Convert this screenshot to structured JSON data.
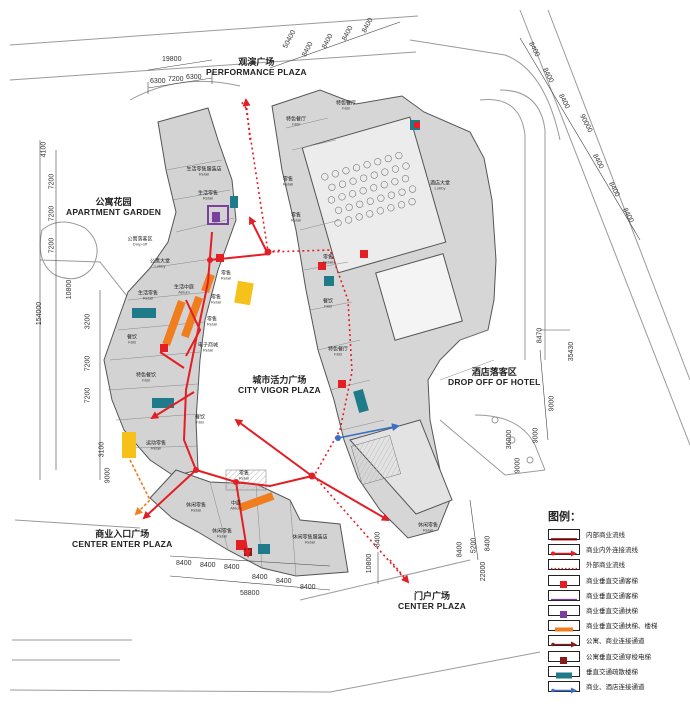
{
  "plazas": {
    "performance": {
      "cn": "观演广场",
      "en": "PERFORMANCE PLAZA"
    },
    "apartment_garden": {
      "cn": "公寓花园",
      "en": "APARTMENT GARDEN"
    },
    "city_vigor": {
      "cn": "城市活力广场",
      "en": "CITY VIGOR PLAZA"
    },
    "hotel_dropoff": {
      "cn": "酒店落客区",
      "en": "DROP OFF OF HOTEL"
    },
    "center_enter": {
      "cn": "商业入口广场",
      "en": "CENTER ENTER PLAZA"
    },
    "center_gate": {
      "cn": "门户广场",
      "en": "CENTER  PLAZA"
    }
  },
  "rooms": {
    "r1": {
      "cn": "生活零售服装店",
      "en": "Retail"
    },
    "r2": {
      "cn": "生活零售",
      "en": "Retail"
    },
    "r3": {
      "cn": "公寓大堂",
      "en": "Lobby"
    },
    "r4": {
      "cn": "生活零售",
      "en": "Retail"
    },
    "r5": {
      "cn": "生活中庭",
      "en": "Atrium"
    },
    "r6": {
      "cn": "零售",
      "en": "Retail"
    },
    "r7": {
      "cn": "零售",
      "en": "Retail"
    },
    "r8": {
      "cn": "零售",
      "en": "Retail"
    },
    "r9": {
      "cn": "电子商城",
      "en": "Retail"
    },
    "r10": {
      "cn": "餐饮",
      "en": "F&B"
    },
    "r11": {
      "cn": "特色餐饮",
      "en": "F&B"
    },
    "r12": {
      "cn": "运动零售",
      "en": "Retail"
    },
    "r13": {
      "cn": "餐饮",
      "en": "F&B"
    },
    "r14": {
      "cn": "休闲零售",
      "en": "Retail"
    },
    "r15": {
      "cn": "中庭",
      "en": "Atrium"
    },
    "r16": {
      "cn": "休闲零售",
      "en": "Retail"
    },
    "r17": {
      "cn": "休闲零售服装店",
      "en": "Retail"
    },
    "r18": {
      "cn": "零售",
      "en": "Retail"
    },
    "r19": {
      "cn": "特色餐厅",
      "en": "F&B"
    },
    "r20": {
      "cn": "特色餐厅",
      "en": "F&B"
    },
    "r21": {
      "cn": "零售",
      "en": "Retail"
    },
    "r22": {
      "cn": "零售",
      "en": "Retail"
    },
    "r23": {
      "cn": "餐饮",
      "en": "F&B"
    },
    "r24": {
      "cn": "休闲零售",
      "en": "Retail"
    },
    "r25": {
      "cn": "公寓落客区",
      "en": "Drop-off"
    },
    "r26": {
      "cn": "零售",
      "en": "Retail"
    },
    "r27": {
      "cn": "特色餐厅",
      "en": "F&B"
    },
    "r28": {
      "cn": "酒店大堂",
      "en": "Lobby"
    }
  },
  "dimensions": {
    "top_total": "19800",
    "top_a": "6300",
    "top_b": "7200",
    "top_c": "6300",
    "diag_total": "50400",
    "diag_8400": "8400",
    "right_total": "90000",
    "right_bay": "8400",
    "left_total": "154000",
    "left_4100": "4100",
    "left_7200": "7200",
    "left_10800": "10800",
    "left_3200": "3200",
    "left_3100": "3100",
    "left_9000": "9000",
    "bottom_total": "58800",
    "bottom_bay": "8400",
    "d1080": "10800",
    "hotel_8470": "8470",
    "hotel_3543": "35430",
    "hotel_9000": "9000",
    "hotel_3600": "36000",
    "hotel_2200": "22000",
    "hotel_5200": "5200"
  },
  "legend": {
    "title": "图例：",
    "items": [
      {
        "label": "内部商业流线",
        "kind": "inner-line",
        "color": "#e31e24"
      },
      {
        "label": "商业内外连接流线",
        "kind": "arrow-line",
        "color": "#e31e24"
      },
      {
        "label": "外部商业流线",
        "kind": "dotted-line",
        "color": "#e31e24"
      },
      {
        "label": "商业垂直交通客梯",
        "kind": "red-square",
        "color": "#e31e24"
      },
      {
        "label": "商业垂直交通客梯",
        "kind": "purple-line",
        "color": "#7b3fa0"
      },
      {
        "label": "商业垂直交通扶梯",
        "kind": "purple-square",
        "color": "#7b3fa0"
      },
      {
        "label": "商业垂直交通扶梯、楼梯",
        "kind": "orange-bar",
        "color": "#f07d1e"
      },
      {
        "label": "公寓、商业连接通道",
        "kind": "dark-arrow",
        "color": "#8b1a1a"
      },
      {
        "label": "公寓垂直交通穿梭电梯",
        "kind": "dark-square",
        "color": "#8b1a1a"
      },
      {
        "label": "垂直交通疏散楼梯",
        "kind": "teal-bar",
        "color": "#1f7b8a"
      },
      {
        "label": "商业、酒店连接通道",
        "kind": "blue-arrow",
        "color": "#3a6fc2"
      }
    ]
  },
  "colors": {
    "path_red": "#e31e24",
    "path_blue": "#3a6fc2",
    "stair_teal": "#1f7b8a",
    "escalator_orange": "#f07d1e",
    "elevator_yellow": "#f6c21a",
    "lift_purple": "#7b3fa0",
    "building_grey": "#cfcfcf"
  }
}
